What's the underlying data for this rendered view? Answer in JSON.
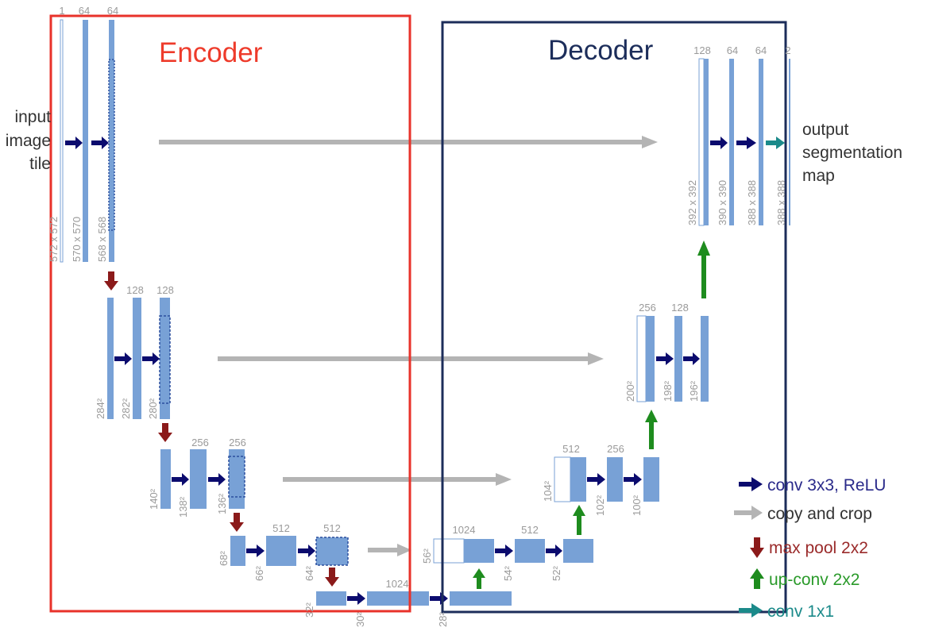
{
  "encoder_title": "Encoder",
  "decoder_title": "Decoder",
  "input_label": [
    "input",
    "image",
    "tile"
  ],
  "output_label": [
    "output",
    "segmentation",
    "map"
  ],
  "channel_labels": {
    "l1": [
      "1",
      "64",
      "64"
    ],
    "l2": [
      "128",
      "128"
    ],
    "l3": [
      "256",
      "256"
    ],
    "l4": [
      "512",
      "512"
    ],
    "l5": [
      "1024"
    ],
    "d4": [
      "1024",
      "512"
    ],
    "d3": [
      "512",
      "256"
    ],
    "d2": [
      "256",
      "128"
    ],
    "d1": [
      "128",
      "64",
      "64",
      "2"
    ]
  },
  "size_labels": {
    "l1": [
      "572 x 572",
      "570 x 570",
      "568 x 568"
    ],
    "l2": [
      "284²",
      "282²",
      "280²"
    ],
    "l3": [
      "140²",
      "138²",
      "136²"
    ],
    "l4": [
      "68²",
      "66²",
      "64²"
    ],
    "l5": [
      "32²",
      "30²",
      "28²"
    ],
    "d4": [
      "56²",
      "54²",
      "52²"
    ],
    "d3": [
      "104²",
      "102²",
      "100²"
    ],
    "d2": [
      "200²",
      "198²",
      "196²"
    ],
    "d1": [
      "392 x 392",
      "390 x 390",
      "388 x 388",
      "388 x 388"
    ]
  },
  "legend": [
    {
      "label": "conv 3x3, ReLU",
      "color": "#1a1a7a",
      "icon": "right-arrow-icon"
    },
    {
      "label": "copy and crop",
      "color": "#a9a9a9",
      "icon": "right-arrow-icon"
    },
    {
      "label": "max pool 2x2",
      "color": "#8b1a1a",
      "icon": "down-arrow-icon"
    },
    {
      "label": "up-conv 2x2",
      "color": "#1e8c1e",
      "icon": "up-arrow-icon"
    },
    {
      "label": "conv 1x1",
      "color": "#1b8a8a",
      "icon": "right-arrow-icon"
    }
  ],
  "colors": {
    "blocks": "#78a1d6",
    "conv": "#0b0b6e",
    "copy": "#b4b4b4",
    "pool": "#8b1a1a",
    "upconv": "#1e8c1e",
    "conv1x1": "#1b8a8a",
    "encoder_box": "#e8322a",
    "decoder_box": "#1c2d5a",
    "encoder_title": "#ee3b2b",
    "decoder_title": "#1c2d5a"
  }
}
